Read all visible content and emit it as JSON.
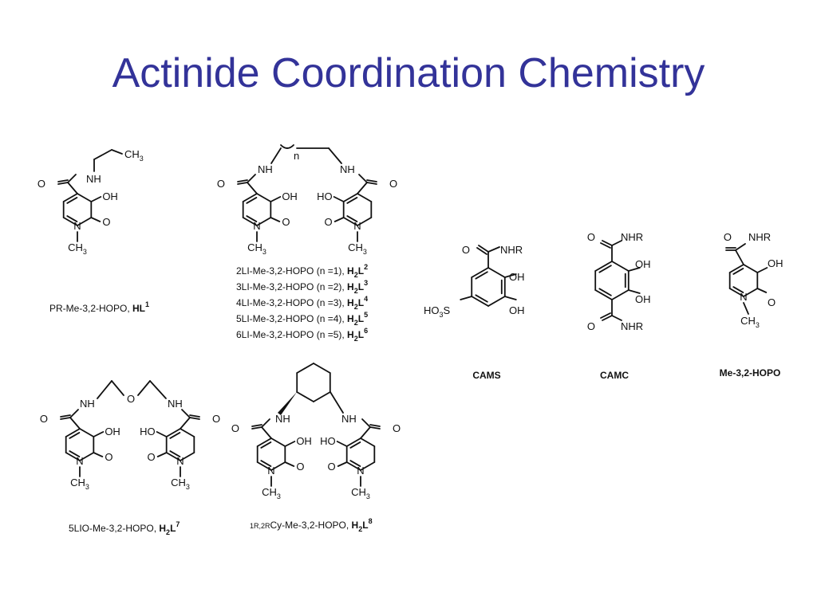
{
  "slide": {
    "title": "Actinide Coordination Chemistry",
    "title_color": "#333399"
  },
  "atoms": {
    "ch3": "CH",
    "three": "3",
    "two": "2",
    "o": "O",
    "nh": "NH",
    "oh": "OH",
    "ho": "HO",
    "n": "N",
    "nhr": "NHR",
    "ho3s_a": "HO",
    "ho3s_b": "3",
    "ho3s_c": "S",
    "n_subscript": "n"
  },
  "captions": {
    "pr": {
      "prefix": "PR-Me-3,2-HOPO, ",
      "bold": "HL",
      "sup": "1"
    },
    "li_series": [
      {
        "prefix": "2LI-Me-3,2-HOPO (n =1), ",
        "bold_a": "H",
        "sub": "2",
        "bold_b": "L",
        "sup": "2"
      },
      {
        "prefix": "3LI-Me-3,2-HOPO (n =2), ",
        "bold_a": "H",
        "sub": "2",
        "bold_b": "L",
        "sup": "3"
      },
      {
        "prefix": "4LI-Me-3,2-HOPO (n =3), ",
        "bold_a": "H",
        "sub": "2",
        "bold_b": "L",
        "sup": "4"
      },
      {
        "prefix": "5LI-Me-3,2-HOPO (n =4), ",
        "bold_a": "H",
        "sub": "2",
        "bold_b": "L",
        "sup": "5"
      },
      {
        "prefix": "6LI-Me-3,2-HOPO (n =5), ",
        "bold_a": "H",
        "sub": "2",
        "bold_b": "L",
        "sup": "6"
      }
    ],
    "lio": {
      "prefix": "5LIO-Me-3,2-HOPO, ",
      "bold_a": "H",
      "sub": "2",
      "bold_b": "L",
      "sup": "7"
    },
    "cy": {
      "pre_sup": "1R,2R",
      "prefix": "Cy-Me-3,2-HOPO, ",
      "bold_a": "H",
      "sub": "2",
      "bold_b": "L",
      "sup": "8"
    },
    "cams": "CAMS",
    "camc": "CAMC",
    "mehopo": "Me-3,2-HOPO"
  }
}
